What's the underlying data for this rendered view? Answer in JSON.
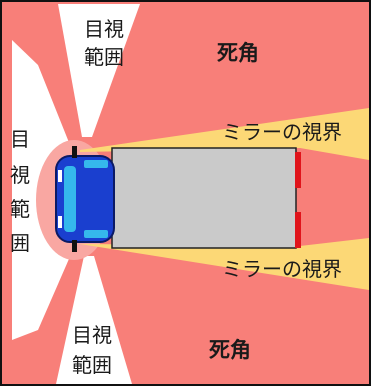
{
  "labels": {
    "visual_range_top_line1": "目視",
    "visual_range_top_line2": "範囲",
    "blind_spot_top": "死角",
    "visual_range_left_1": "目",
    "visual_range_left_2": "視",
    "visual_range_left_3": "範",
    "visual_range_left_4": "囲",
    "mirror_view_top": "ミラーの視界",
    "mirror_view_bottom": "ミラーの視界",
    "visual_range_bottom_line1": "目視",
    "visual_range_bottom_line2": "範囲",
    "blind_spot_bottom": "死角"
  },
  "colors": {
    "blind_spot": "#f87f79",
    "mirror_view": "#fcd876",
    "visual_range": "#ffffff",
    "cab_body": "#1a3fcf",
    "cab_window": "#35b8ec",
    "cargo_box": "#cacaca",
    "tail_light": "#e0141b",
    "frame": "#111111"
  }
}
